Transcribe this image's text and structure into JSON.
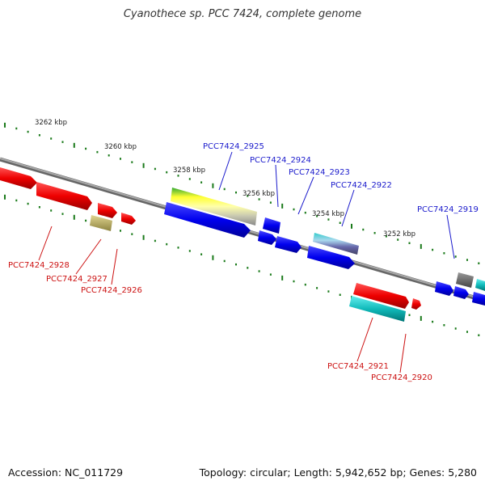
{
  "title": "Cyanothece sp. PCC 7424, complete genome",
  "accession": "Accession: NC_011729",
  "topology": "Topology: circular; Length: 5,942,652 bp; Genes: 5,280",
  "scale_labels": [
    "3262 kbp",
    "3260 kbp",
    "3258 kbp",
    "3256 kbp",
    "3254 kbp",
    "3252 kbp"
  ],
  "colors": {
    "forward_label": "#1a1acc",
    "reverse_label": "#cc1111",
    "backbone": "#888888",
    "tick": "#1a7a1a"
  },
  "forward_genes": [
    "PCC7424_2925",
    "PCC7424_2924",
    "PCC7424_2923",
    "PCC7424_2922",
    "PCC7424_2919"
  ],
  "reverse_genes": [
    "PCC7424_2928",
    "PCC7424_2927",
    "PCC7424_2926",
    "PCC7424_2921",
    "PCC7424_2920"
  ]
}
